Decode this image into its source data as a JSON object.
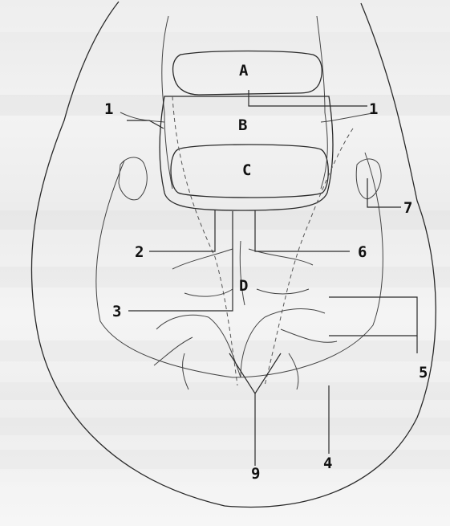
{
  "regions": {
    "a": "A",
    "b": "B",
    "c": "C",
    "d": "D"
  },
  "labels": {
    "l1_left": "1",
    "l1_right": "1",
    "l2": "2",
    "l3": "3",
    "l4": "4",
    "l5": "5",
    "l6": "6",
    "l7": "7",
    "l9": "9"
  }
}
